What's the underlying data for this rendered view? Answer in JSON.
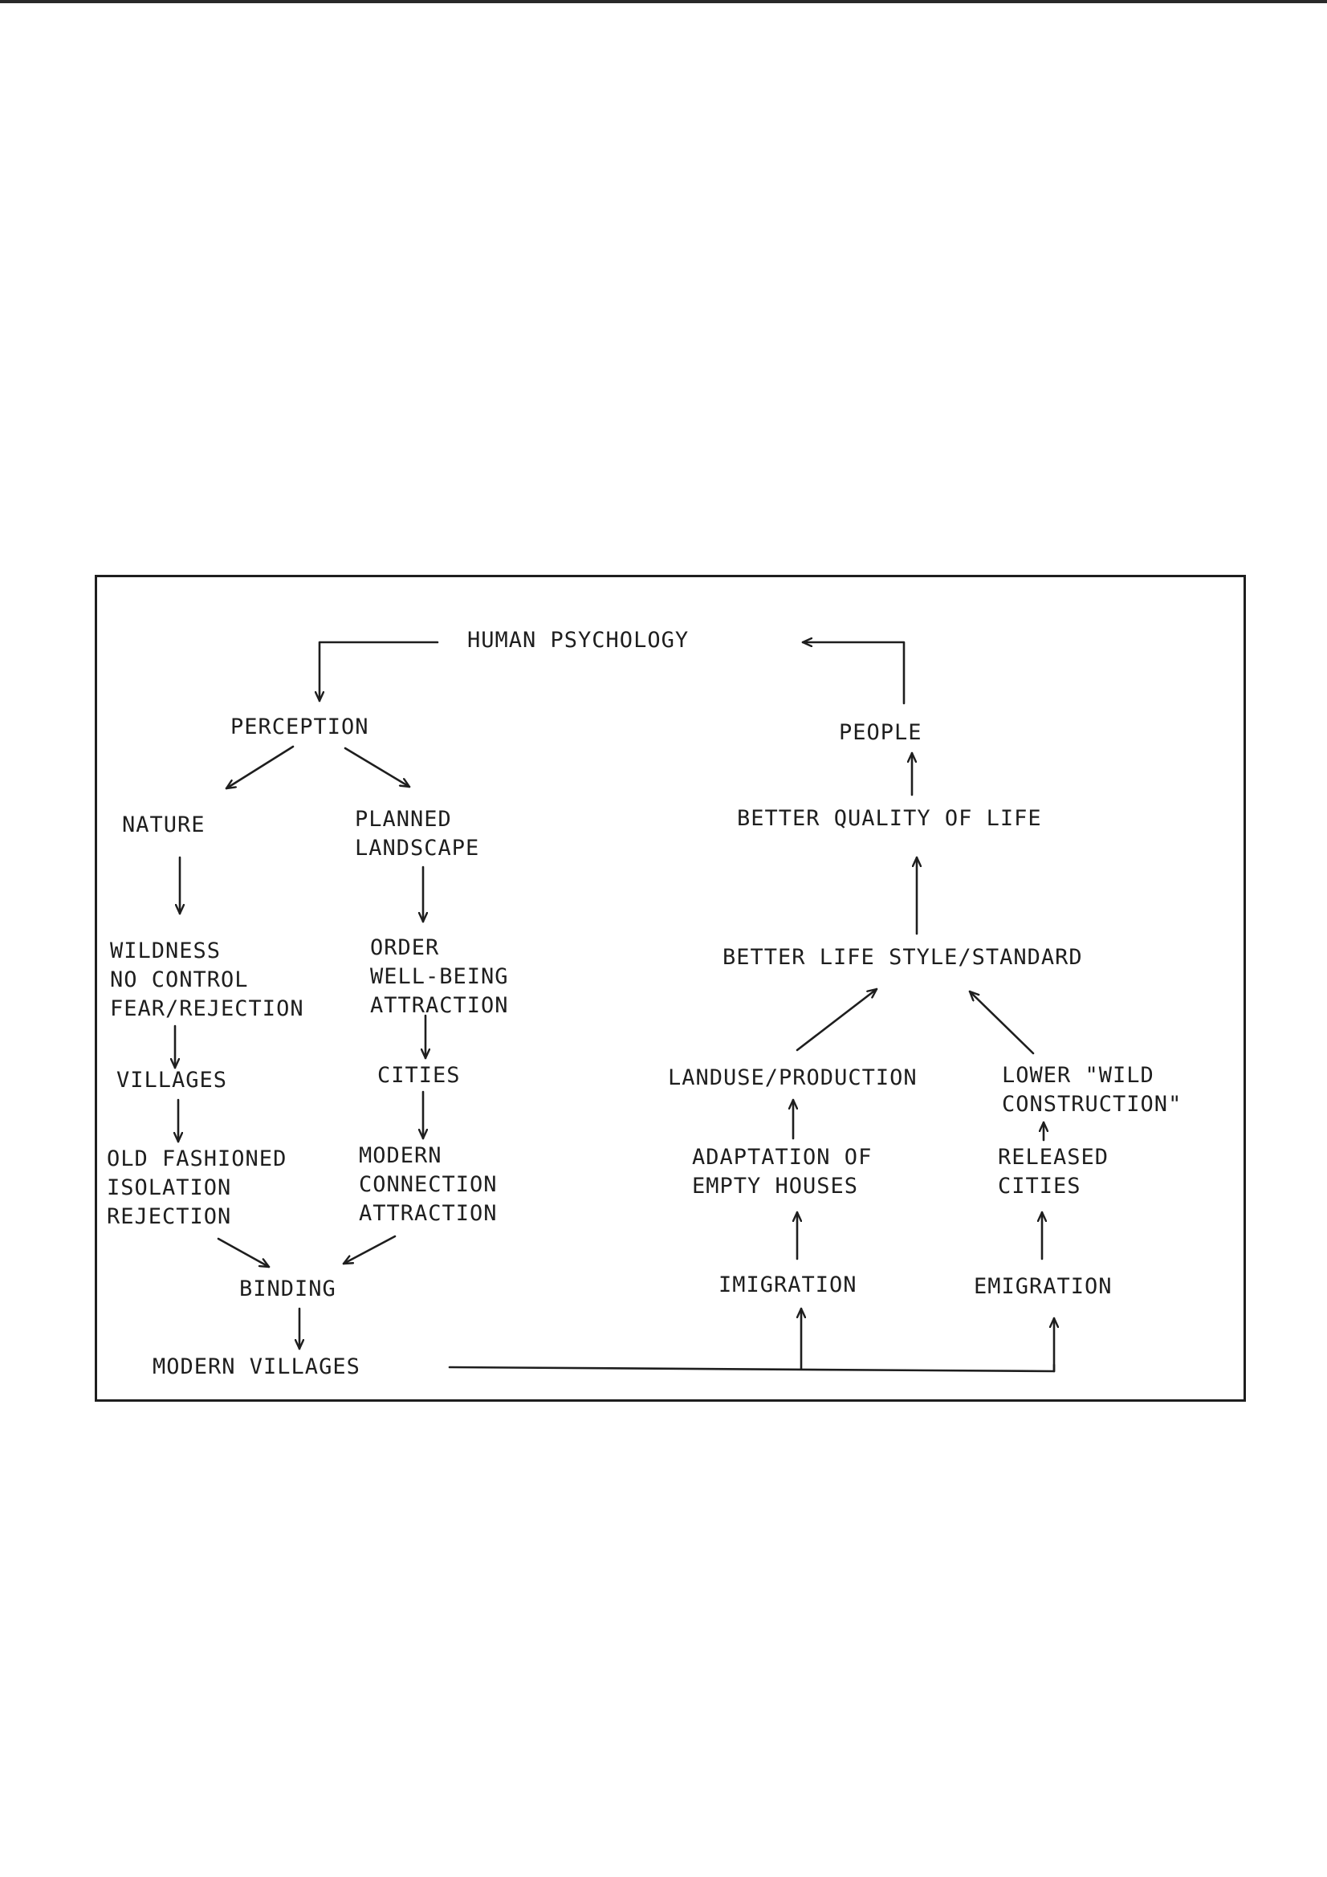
{
  "diagram": {
    "nodes": {
      "human_psychology": [
        "HUMAN PSYCHOLOGY"
      ],
      "perception": [
        "PERCEPTION"
      ],
      "nature": [
        "NATURE"
      ],
      "planned_landscape": [
        "PLANNED",
        "LANDSCAPE"
      ],
      "wildness": [
        "WILDNESS",
        "NO CONTROL",
        "FEAR/REJECTION"
      ],
      "order": [
        "ORDER",
        "WELL-BEING",
        "ATTRACTION"
      ],
      "villages": [
        "VILLAGES"
      ],
      "cities": [
        "CITIES"
      ],
      "old_fashioned": [
        "OLD FASHIONED",
        "ISOLATION",
        "REJECTION"
      ],
      "modern": [
        "MODERN",
        "CONNECTION",
        "ATTRACTION"
      ],
      "binding": [
        "BINDING"
      ],
      "modern_villages": [
        "MODERN VILLAGES"
      ],
      "people": [
        "PEOPLE"
      ],
      "better_quality": [
        "BETTER QUALITY OF LIFE"
      ],
      "better_life_style": [
        "BETTER LIFE STYLE/STANDARD"
      ],
      "landuse": [
        "LANDUSE/PRODUCTION"
      ],
      "lower_wild": [
        "LOWER \"WILD",
        "CONSTRUCTION\""
      ],
      "adaptation": [
        "ADAPTATION OF",
        "EMPTY HOUSES"
      ],
      "released_cities": [
        "RELEASED",
        "CITIES"
      ],
      "imigration": [
        "IMIGRATION"
      ],
      "emigration": [
        "EMIGRATION"
      ]
    },
    "edges": [
      {
        "from": "human_psychology",
        "to": "perception"
      },
      {
        "from": "perception",
        "to": "nature"
      },
      {
        "from": "perception",
        "to": "planned_landscape"
      },
      {
        "from": "nature",
        "to": "wildness"
      },
      {
        "from": "planned_landscape",
        "to": "order"
      },
      {
        "from": "wildness",
        "to": "villages"
      },
      {
        "from": "order",
        "to": "cities"
      },
      {
        "from": "villages",
        "to": "old_fashioned"
      },
      {
        "from": "cities",
        "to": "modern"
      },
      {
        "from": "old_fashioned",
        "to": "binding"
      },
      {
        "from": "modern",
        "to": "binding"
      },
      {
        "from": "binding",
        "to": "modern_villages"
      },
      {
        "from": "modern_villages",
        "to": "imigration"
      },
      {
        "from": "modern_villages",
        "to": "emigration"
      },
      {
        "from": "imigration",
        "to": "adaptation"
      },
      {
        "from": "emigration",
        "to": "released_cities"
      },
      {
        "from": "adaptation",
        "to": "landuse"
      },
      {
        "from": "released_cities",
        "to": "lower_wild"
      },
      {
        "from": "landuse",
        "to": "better_life_style"
      },
      {
        "from": "lower_wild",
        "to": "better_life_style"
      },
      {
        "from": "better_life_style",
        "to": "better_quality"
      },
      {
        "from": "better_quality",
        "to": "people"
      },
      {
        "from": "people",
        "to": "human_psychology"
      }
    ]
  }
}
